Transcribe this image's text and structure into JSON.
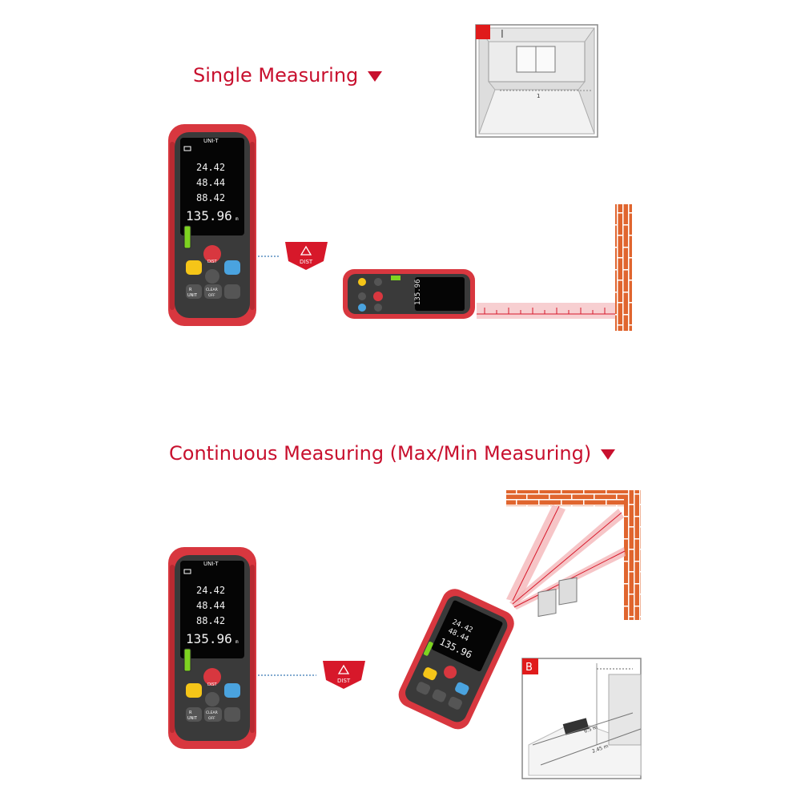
{
  "sections": {
    "single": {
      "title": "Single Measuring"
    },
    "continuous": {
      "title": "Continuous Measuring (Max/Min Measuring)"
    }
  },
  "device": {
    "brand": "UNI-T",
    "readings": [
      "24.42",
      "48.44",
      "88.42",
      "135.96"
    ],
    "unit": "m",
    "buttons": {
      "dist": "DIST",
      "unit_top": "R",
      "unit": "UNIT",
      "clear": "CLEAR",
      "off": "OFF"
    }
  },
  "dist_badge_label": "DIST",
  "inset_single": {
    "label": "I",
    "dimension": "1"
  },
  "inset_continuous": {
    "label": "B",
    "dimensions": [
      "6.5 m",
      "2.45 m"
    ]
  },
  "colors": {
    "accent": "#c8102e",
    "device_body": "#d8373f",
    "device_frame": "#3a3a3a",
    "brick": "#e0652e"
  },
  "icons": [
    "triangle-down-icon",
    "laser-warning-icon",
    "battery-icon",
    "level-bubble-icon"
  ]
}
